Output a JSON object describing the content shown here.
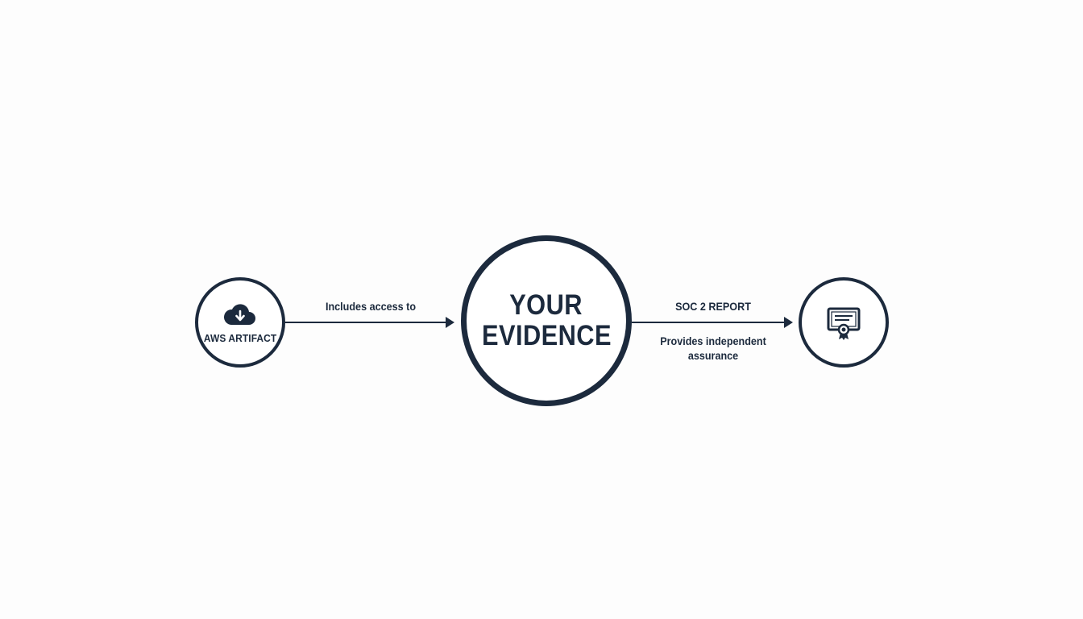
{
  "diagram": {
    "nodes": {
      "source": {
        "label": "AWS ARTIFACT",
        "icon": "cloud-download-icon"
      },
      "center": {
        "line1": "YOUR",
        "line2": "EVIDENCE"
      },
      "target": {
        "icon": "certificate-icon"
      }
    },
    "edges": {
      "first": {
        "label": "Includes access to"
      },
      "second": {
        "label": "SOC 2 REPORT",
        "sublabel": "Provides independent assurance"
      }
    },
    "colors": {
      "ink": "#1c2a3d",
      "background": "#fdfdfd"
    }
  }
}
